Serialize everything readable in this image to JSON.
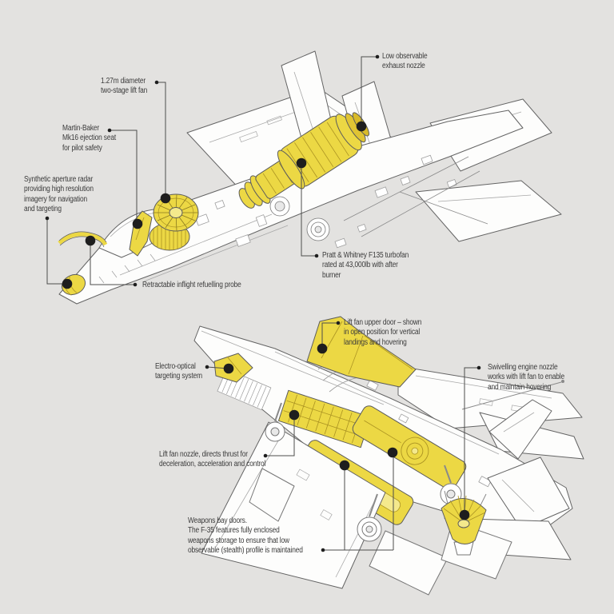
{
  "figure": {
    "title": "F-35 cutaway infographic",
    "palette": {
      "background": "#e3e2e0",
      "highlight_yellow": "#ecd844",
      "highlight_yellow_light": "#f4e98c",
      "highlight_yellow_line": "#ab9322",
      "outline_gray": "#646464",
      "detail_gray": "#9e9e9e",
      "leader_line": "#4d4d4d",
      "dot_black": "#1e1e1e",
      "label_text": "#3b3b3b"
    }
  },
  "top_diagram": {
    "name": "F-35 cutaway, upper side view",
    "callouts": [
      {
        "id": "lift-fan",
        "lines": [
          "1.27m diameter",
          "two-stage lift fan"
        ]
      },
      {
        "id": "ejection-seat",
        "lines": [
          "Martin-Baker",
          "Mk16 ejection seat",
          "for pilot safety"
        ]
      },
      {
        "id": "radar",
        "lines": [
          "Synthetic aperture radar",
          "providing high resolution",
          "imagery for navigation",
          "and targeting"
        ]
      },
      {
        "id": "refuelling-probe",
        "lines": [
          "Retractable inflight refuelling probe"
        ]
      },
      {
        "id": "exhaust-nozzle",
        "lines": [
          "Low observable",
          "exhaust nozzle"
        ]
      },
      {
        "id": "turbofan",
        "lines": [
          "Pratt & Whitney F135 turbofan",
          "rated at 43,000lb with after",
          "burner"
        ]
      }
    ]
  },
  "bottom_diagram": {
    "name": "F-35 cutaway, underside hover-systems view",
    "callouts": [
      {
        "id": "lift-fan-door",
        "lines": [
          "Lift fan upper door – shown",
          "in open position for vertical",
          "landings and hovering"
        ]
      },
      {
        "id": "eots",
        "lines": [
          "Electro-optical",
          "targeting system"
        ]
      },
      {
        "id": "swivel-nozzle",
        "lines": [
          "Swivelling engine nozzle",
          "works with lift fan to enable",
          "and maintain hovering"
        ]
      },
      {
        "id": "lift-fan-nozzle",
        "lines": [
          "Lift fan nozzle, directs thrust for",
          "deceleration, acceleration and control"
        ]
      },
      {
        "id": "weapons-bay",
        "lines": [
          "Weapons bay doors.",
          "The F-35 features fully enclosed",
          "weapons storage to ensure that low",
          "observable (stealth) profile is maintained"
        ]
      }
    ]
  }
}
